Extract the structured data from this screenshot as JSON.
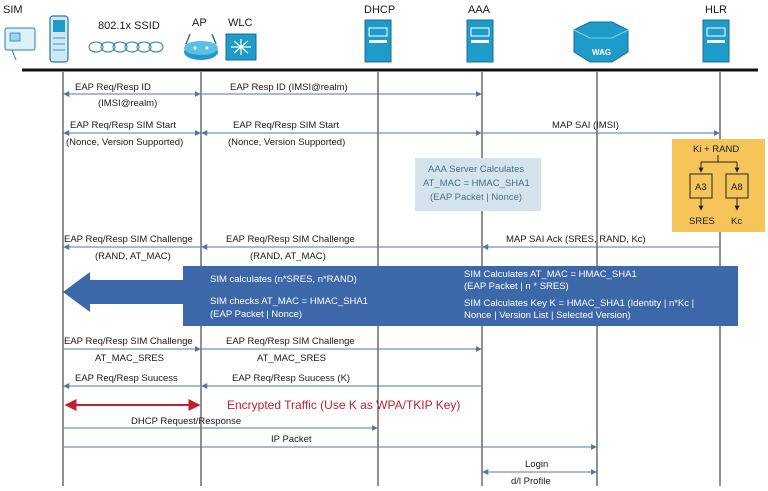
{
  "entities": {
    "sim": "SIM",
    "ssid": "802.1x SSID",
    "ap": "AP",
    "wlc": "WLC",
    "dhcp": "DHCP",
    "aaa": "AAA",
    "hlr": "HLR",
    "wag": "WAG"
  },
  "messages": {
    "m1": "EAP Req/Resp ID",
    "m1b": "(IMSI@realm)",
    "m2": "EAP Resp ID (IMSI@realm)",
    "m3": "EAP Req/Resp SIM Start",
    "m3b": "(Nonce, Version Supported)",
    "m4": "EAP Req/Resp SIM Start",
    "m4b": "(Nonce, Version Supported)",
    "m5": "MAP SAI (IMSI)",
    "m6": "EAP Req/Resp SIM Challenge",
    "m6b": "(RAND, AT_MAC)",
    "m7": "EAP Req/Resp SIM Challenge",
    "m7b": "(RAND, AT_MAC)",
    "m8": "MAP SAI Ack (SRES, RAND, Kc)",
    "m9": "EAP Req/Resp SIM Challenge",
    "m9b": "AT_MAC_SRES",
    "m10": "EAP Req/Resp SIM Challenge",
    "m10b": "AT_MAC_SRES",
    "m11": "EAP Req/Resp Suucess",
    "m12": "EAP Req/Resp Suucess (K)",
    "m13": "Encrypted Traffic (Use K as WPA/TKIP Key)",
    "m14": "DHCP Request/Response",
    "m15": "IP Packet",
    "m16": "Login",
    "m16b": "d/l Profile"
  },
  "aaa_box": {
    "l1": "AAA Server Calculates",
    "l2": "AT_MAC = HMAC_SHA1",
    "l3": "(EAP Packet | Nonce)"
  },
  "hlr_box": {
    "title": "Ki + RAND",
    "a3": "A3",
    "a8": "A8",
    "sres": "SRES",
    "kc": "Kc"
  },
  "banner": {
    "l1": "SIM calculates (n*SRES, n*RAND)",
    "l2": "SIM checks AT_MAC = HMAC_SHA1",
    "l3": "(EAP Packet | Nonce)",
    "r1": "SIM Calculates AT_MAC = HMAC_SHA1",
    "r2": "(EAP Packet | n * SRES)",
    "r3": "SIM Calculates Key K = HMAC_SHA1 (Identity | n*Kc |",
    "r4": "Nonce | Version List | Selected Version)"
  },
  "colors": {
    "arrow": "#4a78a8",
    "banner": "#3c67a8",
    "aaa_box": "#d5e4ec",
    "hlr_box": "#f5c55a",
    "encrypted": "#c2202f",
    "server": "#1f9bc9"
  }
}
